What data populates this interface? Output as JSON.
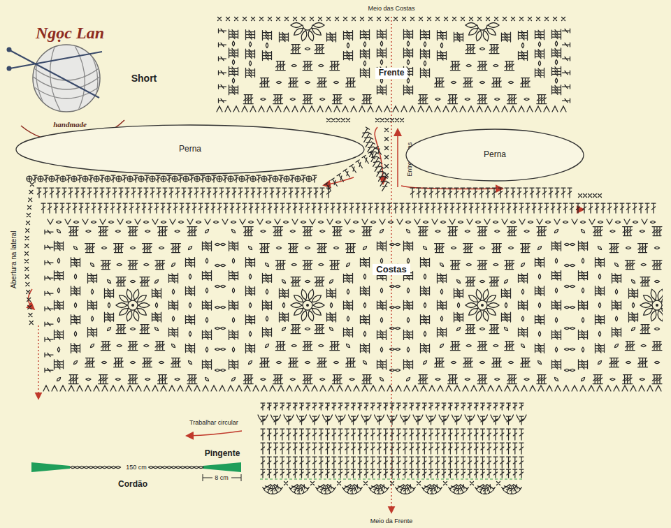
{
  "diagram": {
    "title": "Short",
    "nodes": [
      {
        "text": [
          "Perna"
        ]
      },
      {
        "text": [
          "Perna"
        ]
      }
    ],
    "labels": [
      "Meio das Costas",
      "Frente",
      "Entrepernas",
      "Abertura na lateral",
      "Costas",
      "Trabalhar circular",
      "150 cm",
      "Pingente",
      "8 cm",
      "Cordão",
      "Meio da Frente",
      "Ngọc Lan",
      "handmade"
    ]
  }
}
